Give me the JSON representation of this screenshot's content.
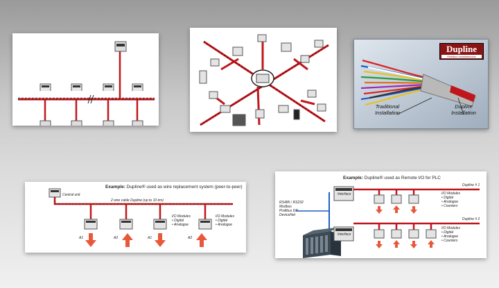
{
  "panel3": {
    "brand": "Dupline",
    "brand_tag": "Fieldbus Installationbus",
    "left_caption_1": "Traditional",
    "left_caption_2": "Installation",
    "right_caption_1": "Dupline",
    "right_caption_2": "Installation"
  },
  "panel4": {
    "title_prefix": "Example:",
    "title_rest": " Dupline® used as wire replacement system  (peer-to-peer)",
    "central_unit": "Central unit",
    "cable_label": "2 wire cable Dupline (up to 10 km)",
    "io_title_1": "I/O Modules",
    "io_title_2": "I/O Modules",
    "io_item_digital": "• Digital",
    "io_item_analogue": "• Analogue",
    "io_item_digital_2": "• Digital",
    "io_item_analogue_2": "• Analogue",
    "a1": "A1",
    "a2": "A2",
    "a1b": "A1",
    "a2b": "A2"
  },
  "panel5": {
    "title_prefix": "Example:",
    "title_rest": " Dupline® used as Remote I/O for PLC",
    "dupline1": "Dupline # 1",
    "dupline2": "Dupline # 2",
    "interface_1": "Interface",
    "interface_2": "Interface",
    "protocols": [
      "RS485 / RS232",
      "Modbus",
      "Profibus DP",
      "DeviceNet"
    ],
    "io_title_1": "I/O Modules",
    "io_title_2": "I/O Modules",
    "io_items": [
      "• Digital",
      "• Analogue",
      "• Counters"
    ]
  },
  "colors": {
    "cable_red": "#c0161b",
    "cable_dark": "#3a0a0a",
    "arrow_orange": "#e8583a",
    "wire_yellow": "#e0c020",
    "wire_blue": "#2f6fbf",
    "brand_red": "#8a1414"
  }
}
